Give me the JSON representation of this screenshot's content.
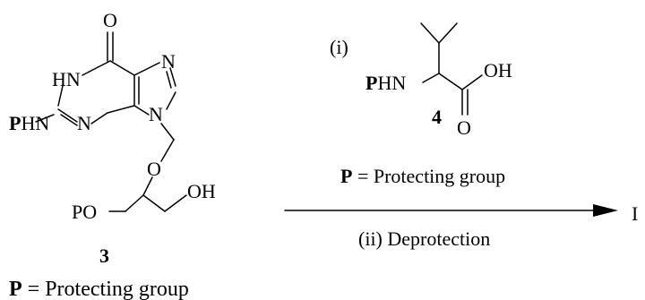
{
  "compound3": {
    "atoms": {
      "o_carbonyl": "O",
      "hn": "HN",
      "n7": "N",
      "n1": "N",
      "n9": "N",
      "p_amine_bold": "P",
      "p_amine_rest": "HN",
      "o_ether": "O",
      "oh": "OH",
      "po": "PO"
    },
    "number": "3",
    "note_bold": "P",
    "note_rest": " = Protecting group"
  },
  "compound4": {
    "step_label": "(i)",
    "atoms": {
      "p_bold": "P",
      "p_rest": "HN",
      "oh": "OH",
      "o_carbonyl": "O"
    },
    "number": "4"
  },
  "arrow": {
    "above_bold": "P",
    "above_rest": " = Protecting group",
    "below": "(ii) Deprotection"
  },
  "product_fragment": "I"
}
